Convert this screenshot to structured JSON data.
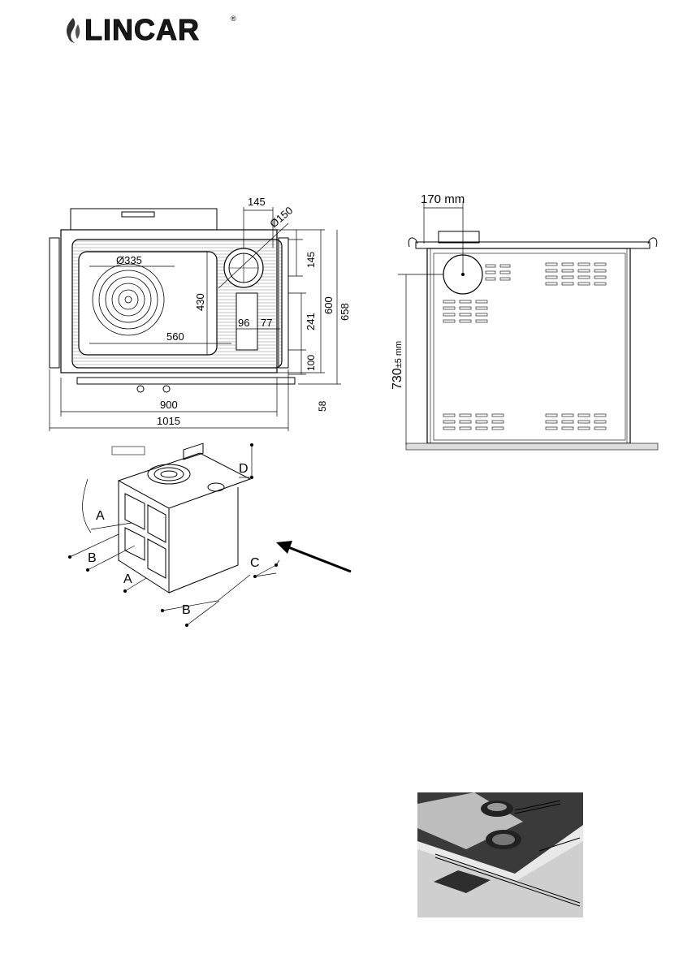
{
  "brand": {
    "name": "LINCAR",
    "registered": "®"
  },
  "top_view": {
    "dims": {
      "d145_top": "145",
      "d150": "Ø150",
      "d335": "Ø335",
      "d145_right": "145",
      "d430": "430",
      "d600": "600",
      "d658": "658",
      "d241": "241",
      "d96": "96",
      "d77": "77",
      "d560": "560",
      "d100": "100",
      "d58": "58",
      "d900": "900",
      "d1015": "1015"
    }
  },
  "side_view": {
    "dims": {
      "d170": "170 mm",
      "h730": "730",
      "tol": "±5",
      "unit": "mm"
    }
  },
  "clearance_view": {
    "labels": {
      "a_top": "A",
      "b_left": "B",
      "a_bottom": "A",
      "b_bottom": "B",
      "c_right": "C",
      "d_top": "D"
    }
  }
}
